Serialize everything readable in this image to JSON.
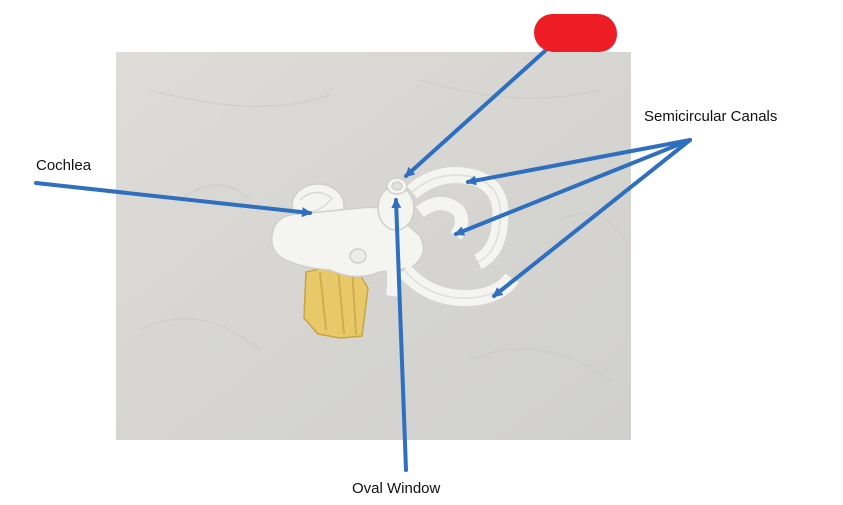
{
  "labels": {
    "cochlea": "Cochlea",
    "semicircular_canals": "Semicircular Canals",
    "oval_window": "Oval Window"
  },
  "colors": {
    "arrow": "#2f6fbf",
    "redaction": "#ee1c24",
    "photo_background": "#d9d9d6",
    "model_body": "#f4f4f1",
    "model_stem": "#e8c96a"
  }
}
